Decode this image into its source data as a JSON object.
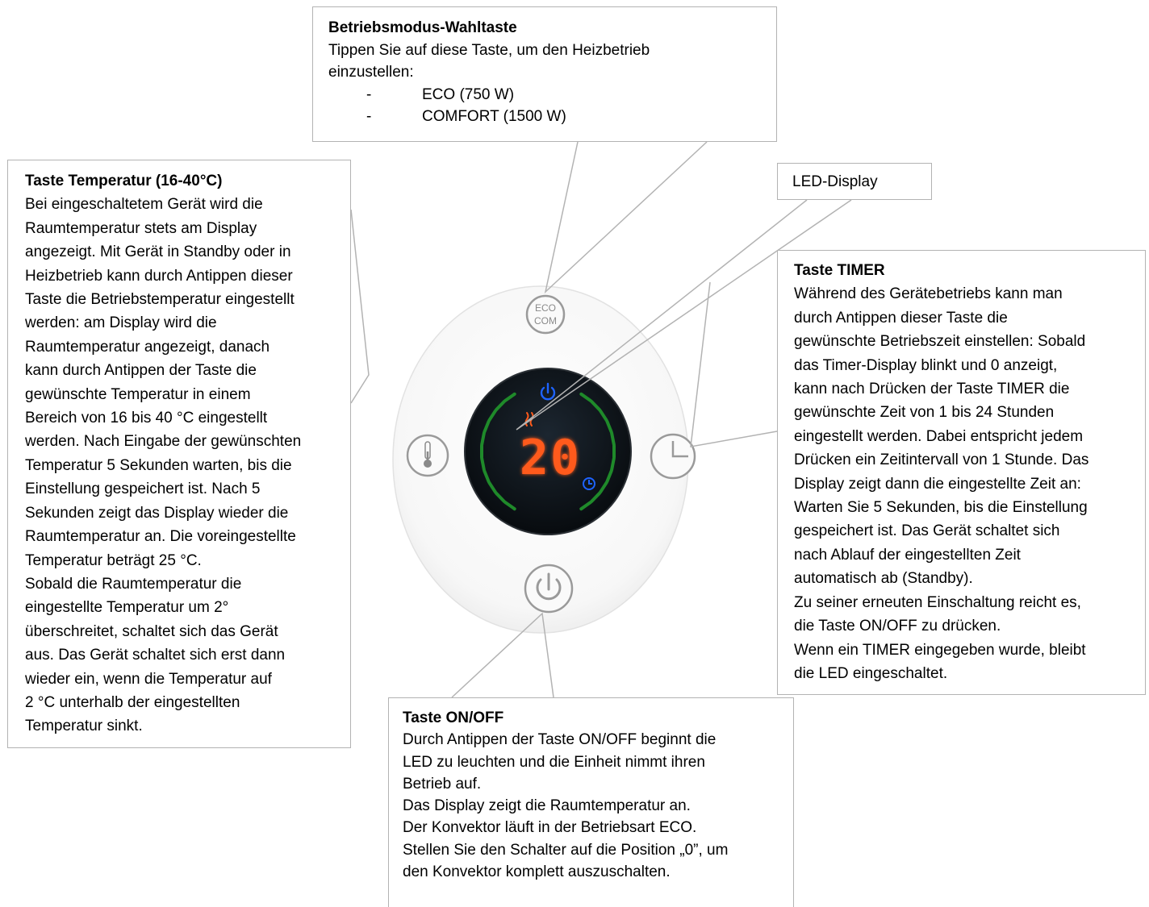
{
  "callouts": {
    "mode": {
      "title": "Betriebsmodus-Wahltaste",
      "lines": [
        "Tippen Sie auf diese Taste, um den Heizbetrieb",
        "einzustellen:"
      ],
      "list": [
        {
          "dash": "-",
          "text": "ECO (750 W)"
        },
        {
          "dash": "-",
          "text": "COMFORT (1500 W)"
        }
      ]
    },
    "temp": {
      "title": "Taste Temperatur (16-40°C)",
      "lines": [
        "Bei eingeschaltetem Gerät wird die",
        "Raumtemperatur stets am Display",
        "angezeigt. Mit Gerät in Standby oder in",
        "Heizbetrieb kann durch Antippen dieser",
        "Taste die Betriebstemperatur eingestellt",
        "werden: am Display wird die",
        "Raumtemperatur angezeigt, danach",
        "kann durch Antippen der Taste die",
        "gewünschte Temperatur in einem",
        "Bereich von 16 bis 40 °C eingestellt",
        "werden. Nach Eingabe der gewünschten",
        "Temperatur 5 Sekunden warten, bis die",
        "Einstellung gespeichert ist. Nach 5",
        "Sekunden zeigt das Display wieder die",
        "Raumtemperatur an. Die voreingestellte",
        "Temperatur beträgt 25 °C.",
        "Sobald die Raumtemperatur die",
        "eingestellte Temperatur um 2°",
        "überschreitet, schaltet sich das Gerät",
        "aus. Das Gerät schaltet sich erst dann",
        "wieder ein, wenn die Temperatur auf",
        "2 °C unterhalb der eingestellten",
        "Temperatur sinkt."
      ]
    },
    "led": {
      "title": "LED-Display"
    },
    "timer": {
      "title": "Taste TIMER",
      "lines": [
        "Während des Gerätebetriebs kann man",
        "durch Antippen dieser Taste die",
        "gewünschte Betriebszeit einstellen: Sobald",
        "das Timer-Display blinkt und 0 anzeigt,",
        "kann nach Drücken der Taste TIMER die",
        "gewünschte Zeit von 1 bis 24 Stunden",
        "eingestellt werden. Dabei entspricht jedem",
        "Drücken ein Zeitintervall von 1 Stunde. Das",
        "Display zeigt dann die eingestellte Zeit an:",
        "Warten Sie 5 Sekunden, bis die Einstellung",
        "gespeichert ist. Das Gerät schaltet sich",
        "nach Ablauf der eingestellten Zeit",
        "automatisch ab (Standby).",
        "Zu seiner erneuten Einschaltung reicht es,",
        "die Taste ON/OFF zu drücken.",
        "Wenn ein TIMER eingegeben wurde, bleibt",
        "die LED eingeschaltet."
      ]
    },
    "onoff": {
      "title": "Taste ON/OFF",
      "lines": [
        "Durch Antippen der Taste ON/OFF beginnt die",
        "LED zu leuchten und die Einheit nimmt ihren",
        "Betrieb auf.",
        "Das Display zeigt die Raumtemperatur an.",
        "Der Konvektor läuft in der Betriebsart ECO.",
        "Stellen Sie den Schalter auf die Position „0”, um",
        "den Konvektor komplett auszuschalten."
      ]
    }
  },
  "panel": {
    "mode_button": {
      "line1": "ECO",
      "line2": "COM"
    },
    "display_value": "20",
    "colors": {
      "display_digits": "#ff5a1a",
      "ring_segments": "#1f8a2a",
      "power_indicator": "#1e63ff",
      "button_icon": "#9a9a9a",
      "panel_face": "#fafafa",
      "leader_lines": "#b3b3b3"
    }
  }
}
